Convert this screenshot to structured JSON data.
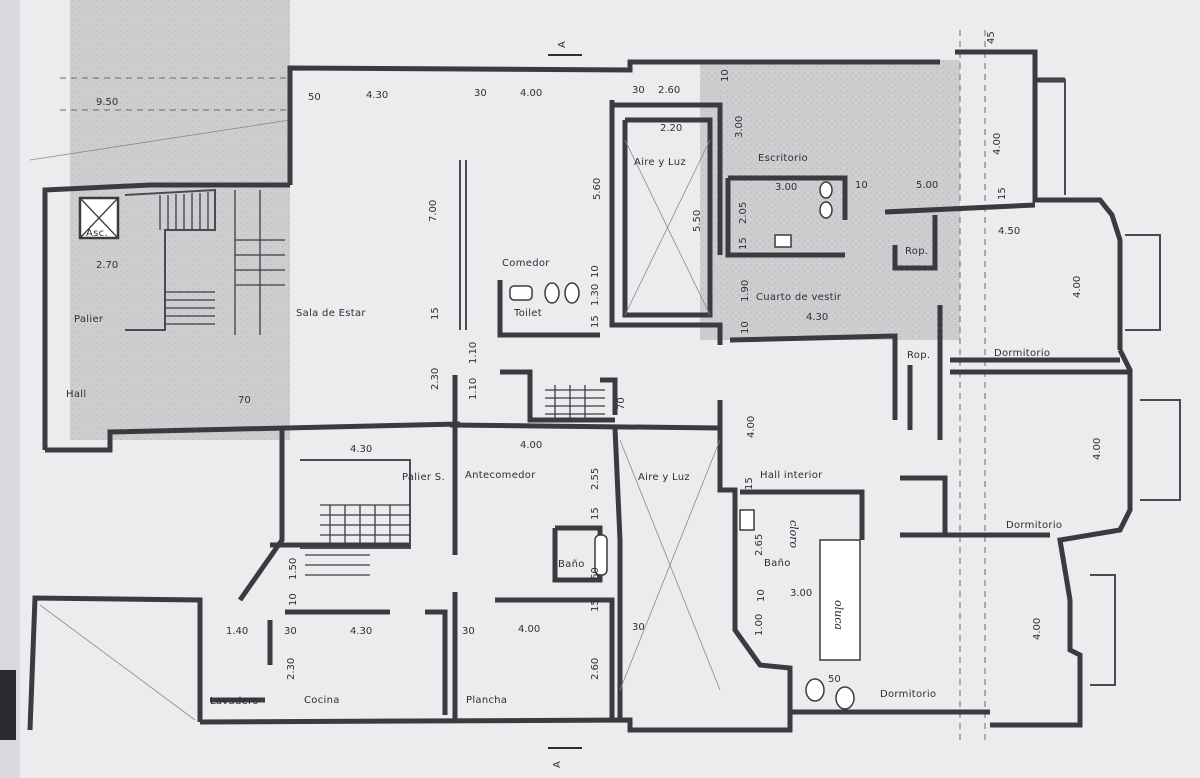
{
  "section_marks": {
    "top": "A",
    "bottom": "A"
  },
  "rooms": {
    "asc": "Asc.",
    "palier": "Palier",
    "hall": "Hall",
    "sala_estar": "Sala de Estar",
    "comedor": "Comedor",
    "toilet": "Toilet",
    "aire_luz_1": "Aire y Luz",
    "aire_luz_2": "Aire y Luz",
    "escritorio": "Escritorio",
    "cuarto_vestir": "Cuarto de vestir",
    "rop_1": "Rop.",
    "rop_2": "Rop.",
    "dormitorio_1": "Dormitorio",
    "dormitorio_2": "Dormitorio",
    "dormitorio_3": "Dormitorio",
    "palier_s": "Palier S.",
    "antecomedor": "Antecomedor",
    "hall_interior": "Hall interior",
    "bano_1": "Baño",
    "bano_2": "Baño",
    "lavadero": "Lavadero",
    "cocina": "Cocina",
    "plancha": "Plancha"
  },
  "handwritten": {
    "a": "cloro",
    "b": "oluca"
  },
  "dimensions": {
    "d_950": "9.50",
    "d_50": "50",
    "d_430a": "4.30",
    "d_30a": "30",
    "d_400a": "4.00",
    "d_30b": "30",
    "d_260a": "2.60",
    "d_10a": "10",
    "d_45": "45",
    "d_220": "2.20",
    "d_300a": "3.00",
    "d_560": "5.60",
    "d_550": "5.50",
    "d_300b": "3.00",
    "d_10b": "10",
    "d_500": "5.00",
    "d_400b": "4.00",
    "d_15a": "15",
    "d_205": "2.05",
    "d_15b": "15",
    "d_450": "4.50",
    "d_400c": "4.00",
    "d_asc270": "2.70",
    "d_700": "7.00",
    "d_10c": "10",
    "d_130": "1.30",
    "d_15c": "15",
    "d_190": "1.90",
    "d_430b": "4.30",
    "d_10d": "10",
    "d_15d": "15",
    "d_230a": "2.30",
    "d_110a": "1.10",
    "d_110b": "1.10",
    "d_70a": "70",
    "d_70b": "70",
    "d_400d": "4.00",
    "d_400e": "4.00",
    "d_430c": "4.30",
    "d_400f": "4.00",
    "d_255": "2.55",
    "d_15e": "15",
    "d_15f": "15",
    "d_15g": "15",
    "d_265": "2.65",
    "d_60": "60",
    "d_150": "1.50",
    "d_10e": "10",
    "d_300c": "3.00",
    "d_140": "1.40",
    "d_30c": "30",
    "d_430d": "4.30",
    "d_30d": "30",
    "d_400g": "4.00",
    "d_30e": "30",
    "d_15h": "15",
    "d_100": "1.00",
    "d_10f": "10",
    "d_230b": "2.30",
    "d_260b": "2.60",
    "d_50b": "50",
    "d_400h": "4.00"
  }
}
